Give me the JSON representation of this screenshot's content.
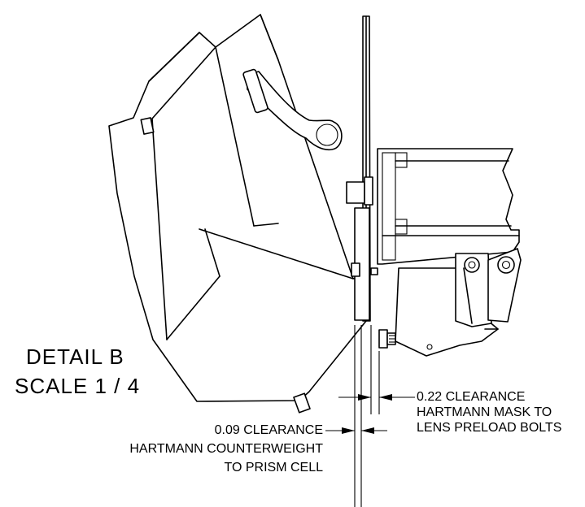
{
  "detail": {
    "title": "DETAIL  B",
    "scale": "SCALE 1 / 4"
  },
  "callout_right": {
    "value": "0.22 CLEARANCE",
    "line2": "HARTMANN MASK TO",
    "line3": "LENS PRELOAD BOLTS"
  },
  "callout_left": {
    "value": "0.09 CLEARANCE",
    "line2": "HARTMANN COUNTERWEIGHT",
    "line3": "TO PRISM CELL"
  },
  "colors": {
    "line": "#000000",
    "background": "#ffffff"
  }
}
